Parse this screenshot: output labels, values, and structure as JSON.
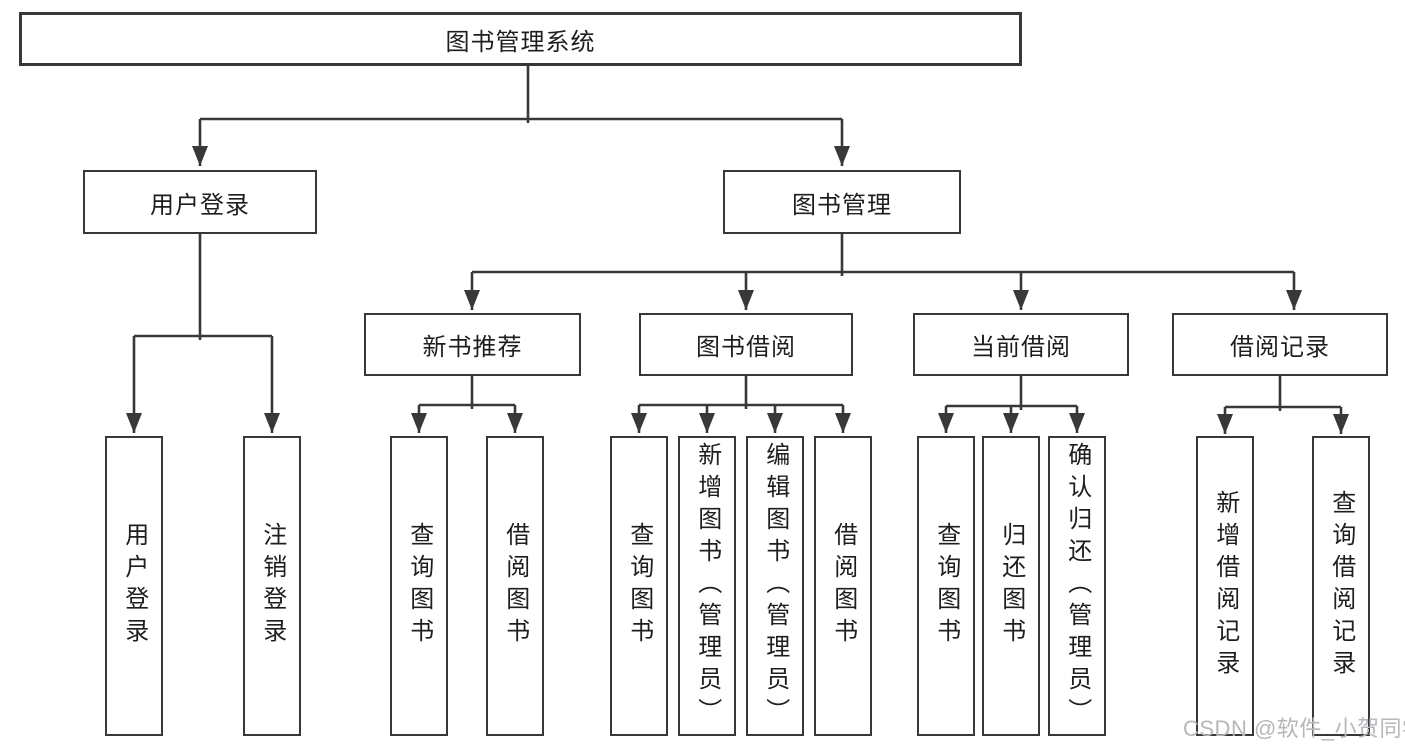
{
  "colors": {
    "line": "#383838",
    "text": "#1e1e1e",
    "watermark": "#b7b6bb",
    "background": "#ffffff"
  },
  "tree": {
    "root": {
      "label": "图书管理系统"
    },
    "branches": [
      {
        "label": "用户登录",
        "children": [
          {
            "label": "用户登录"
          },
          {
            "label": "注销登录"
          }
        ]
      },
      {
        "label": "图书管理",
        "groups": [
          {
            "label": "新书推荐",
            "children": [
              {
                "label": "查询图书"
              },
              {
                "label": "借阅图书"
              }
            ]
          },
          {
            "label": "图书借阅",
            "children": [
              {
                "label": "查询图书"
              },
              {
                "label": "新增图书（管理员）"
              },
              {
                "label": "编辑图书（管理员）"
              },
              {
                "label": "借阅图书"
              }
            ]
          },
          {
            "label": "当前借阅",
            "children": [
              {
                "label": "查询图书"
              },
              {
                "label": "归还图书"
              },
              {
                "label": "确认归还（管理员）"
              }
            ]
          },
          {
            "label": "借阅记录",
            "children": [
              {
                "label": "新增借阅记录"
              },
              {
                "label": "查询借阅记录"
              }
            ]
          }
        ]
      }
    ]
  },
  "watermark": "CSDN @软件_小贺同学"
}
